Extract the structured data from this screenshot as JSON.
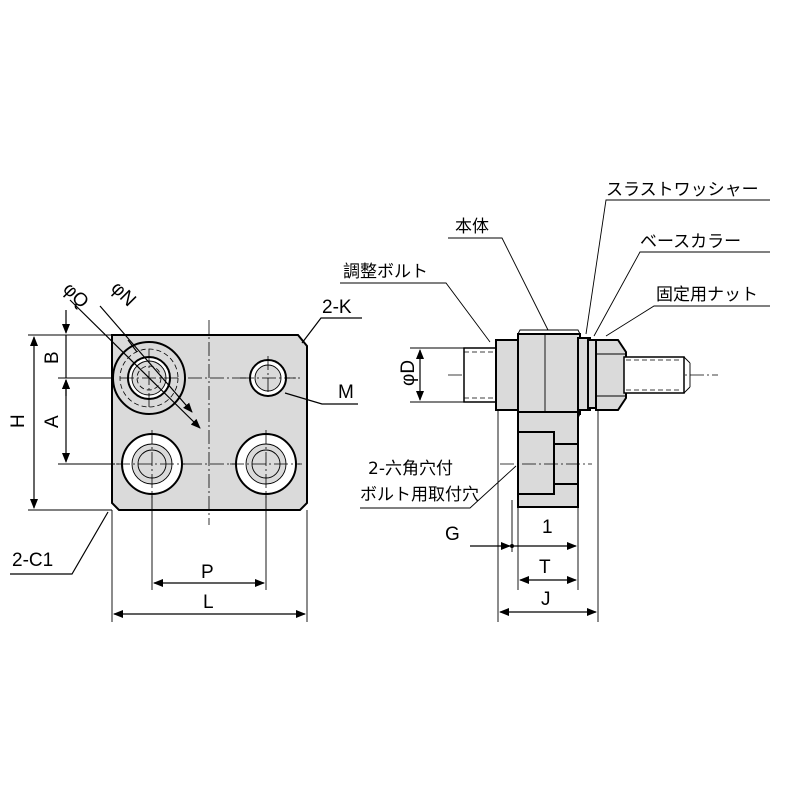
{
  "colors": {
    "part_fill": "#dadada",
    "line": "#000000",
    "background": "#ffffff"
  },
  "labels": {
    "phi_q": "φQ",
    "phi_n": "φN",
    "two_k": "2-K",
    "b": "B",
    "h": "H",
    "a": "A",
    "m": "M",
    "two_c1": "2-C1",
    "p": "P",
    "l": "L",
    "phi_d": "φD",
    "g": "G",
    "one": "1",
    "t": "T",
    "j": "J",
    "thrust_washer": "スラストワッシャー",
    "body": "本体",
    "base_collar": "ベースカラー",
    "adjust_bolt": "調整ボルト",
    "fixing_nut": "固定用ナット",
    "hex_hole_line1": "2-六角穴付",
    "hex_hole_line2": "ボルト用取付穴"
  }
}
